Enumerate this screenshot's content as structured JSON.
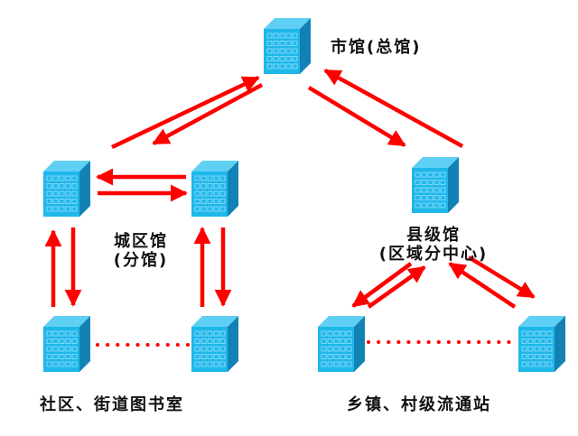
{
  "colors": {
    "arrow": "#ff0000",
    "building_front": "#1fb7ea",
    "building_top": "#5fd0f4",
    "building_side": "#1282b4",
    "window": "#7fd8f6",
    "text": "#111111",
    "background": "#ffffff"
  },
  "nodes": [
    {
      "id": "city",
      "icon": "building-icon",
      "label_lines": [
        "市馆(总馆)"
      ]
    },
    {
      "id": "district_left",
      "icon": "building-icon",
      "label_lines": []
    },
    {
      "id": "district_right",
      "icon": "building-icon",
      "label_lines": []
    },
    {
      "id": "county",
      "icon": "building-icon",
      "label_lines": [
        "县级馆",
        "(区域分中心)"
      ]
    },
    {
      "id": "community_left",
      "icon": "building-icon",
      "label_lines": []
    },
    {
      "id": "community_right",
      "icon": "building-icon",
      "label_lines": []
    },
    {
      "id": "township_left",
      "icon": "building-icon",
      "label_lines": []
    },
    {
      "id": "village_right",
      "icon": "building-icon",
      "label_lines": []
    }
  ],
  "labels": {
    "city": "市馆(总馆)",
    "district_line1": "城区馆",
    "district_line2": "(分馆)",
    "county_line1": "县级馆",
    "county_line2": "(区域分中心)",
    "community": "社区、街道图书室",
    "township": "乡镇、村级流通站"
  },
  "edges": [
    {
      "from": "district_left",
      "to": "city",
      "style": "arrow"
    },
    {
      "from": "city",
      "to": "district_left",
      "style": "arrow"
    },
    {
      "from": "city",
      "to": "county",
      "style": "arrow"
    },
    {
      "from": "county",
      "to": "city",
      "style": "arrow"
    },
    {
      "from": "district_right",
      "to": "district_left",
      "style": "arrow"
    },
    {
      "from": "district_left",
      "to": "district_right",
      "style": "arrow"
    },
    {
      "from": "community_left",
      "to": "district_left",
      "style": "arrow"
    },
    {
      "from": "district_left",
      "to": "community_left",
      "style": "arrow"
    },
    {
      "from": "community_right",
      "to": "district_right",
      "style": "arrow"
    },
    {
      "from": "district_right",
      "to": "community_right",
      "style": "arrow"
    },
    {
      "from": "county",
      "to": "township_left",
      "style": "arrow"
    },
    {
      "from": "township_left",
      "to": "county",
      "style": "arrow"
    },
    {
      "from": "village_right",
      "to": "county",
      "style": "arrow"
    },
    {
      "from": "county",
      "to": "village_right",
      "style": "arrow"
    },
    {
      "from": "community_left",
      "to": "community_right",
      "style": "dotted"
    },
    {
      "from": "township_left",
      "to": "village_right",
      "style": "dotted"
    }
  ]
}
